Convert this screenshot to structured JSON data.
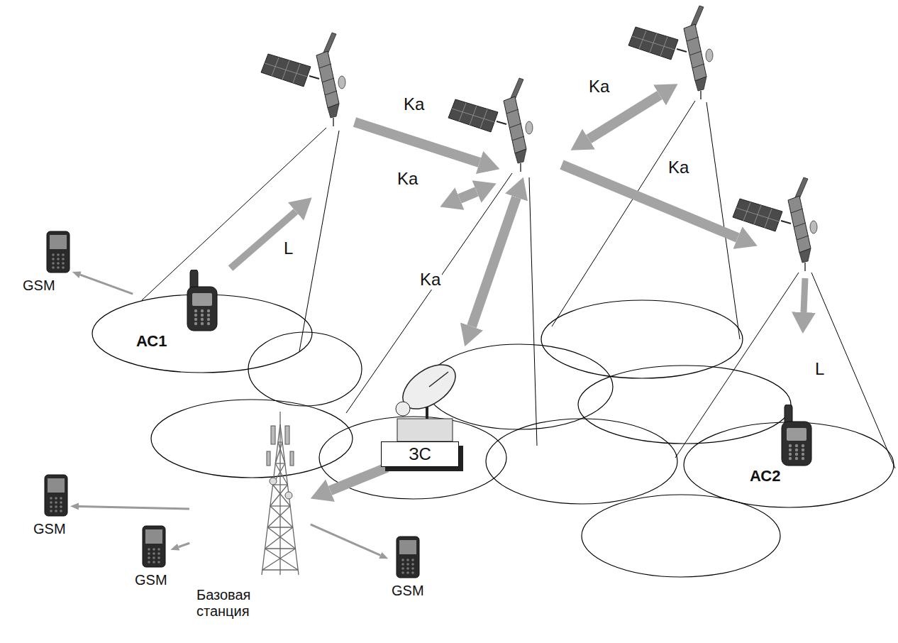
{
  "diagram": {
    "nodes": [
      {
        "text": [
          "GSM"
        ]
      },
      {
        "text": [
          "АС1"
        ]
      },
      {
        "text": [
          "ЗС"
        ]
      },
      {
        "text": [
          "АС2"
        ]
      },
      {
        "text": [
          "GSM"
        ]
      },
      {
        "text": [
          "GSM"
        ]
      },
      {
        "text": [
          "Базовая станция"
        ]
      },
      {
        "text": [
          "GSM"
        ]
      }
    ],
    "edges": [
      {
        "from": 1,
        "to": 0,
        "arrow": "to"
      },
      {
        "from": 2,
        "to": 6,
        "arrow": "to"
      },
      {
        "from": 6,
        "to": 4,
        "arrow": "to"
      },
      {
        "from": 6,
        "to": 5,
        "arrow": "to"
      },
      {
        "from": 6,
        "to": 7,
        "arrow": "to"
      }
    ],
    "labels": [
      "Ka",
      "Ka",
      "Ka",
      "Ka",
      "Ka",
      "L",
      "L"
    ]
  }
}
